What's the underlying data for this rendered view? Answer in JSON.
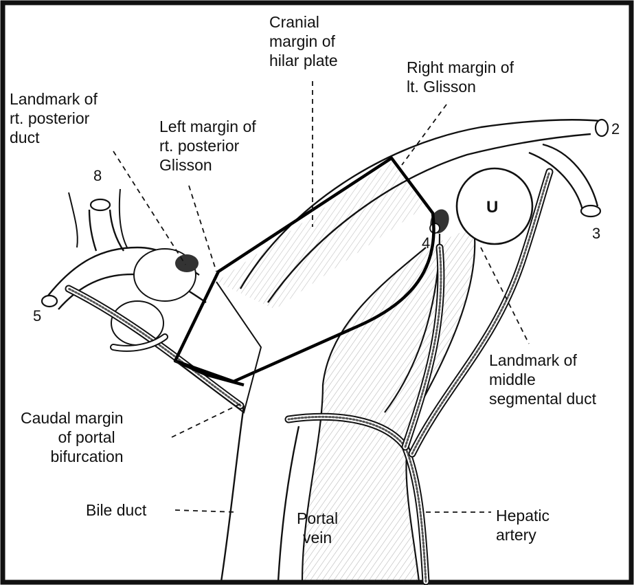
{
  "labels": {
    "cranial": [
      "Cranial",
      "margin of",
      "hilar plate"
    ],
    "right_margin": [
      "Right margin of",
      "lt. Glisson"
    ],
    "landmark_posterior": [
      "Landmark of",
      "rt. posterior",
      "duct"
    ],
    "left_margin": [
      "Left margin of",
      "rt. posterior",
      "Glisson"
    ],
    "landmark_middle": [
      "Landmark of",
      "middle",
      "segmental duct"
    ],
    "caudal": [
      "Caudal margin",
      "of portal",
      "bifurcation"
    ],
    "bile_duct": "Bile duct",
    "portal_vein": [
      "Portal",
      "vein"
    ],
    "hepatic_artery": [
      "Hepatic",
      "artery"
    ],
    "umbilical": "U"
  },
  "segments": [
    "2",
    "3",
    "4",
    "5",
    "8"
  ],
  "colors": {
    "ink": "#111111",
    "background": "#ffffff"
  }
}
